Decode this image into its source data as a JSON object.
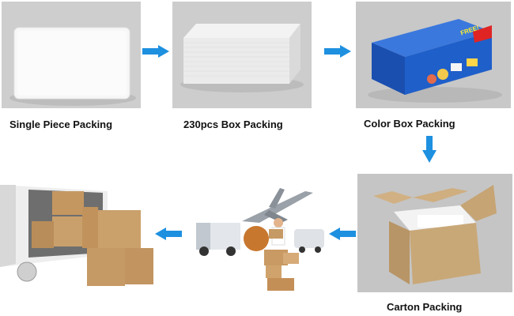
{
  "steps": [
    {
      "label": "Single Piece Packing"
    },
    {
      "label": "230pcs Box Packing"
    },
    {
      "label": "Color Box Packing"
    },
    {
      "label": "Carton Packing"
    }
  ],
  "color_box_print": {
    "badge": "FREE!"
  },
  "colors": {
    "arrow": "#1e90e0",
    "panel_bg": "#c9c9c9",
    "card": "#f6f6f6",
    "box_blue": "#1f5fc9",
    "carton": "#c9a878"
  }
}
